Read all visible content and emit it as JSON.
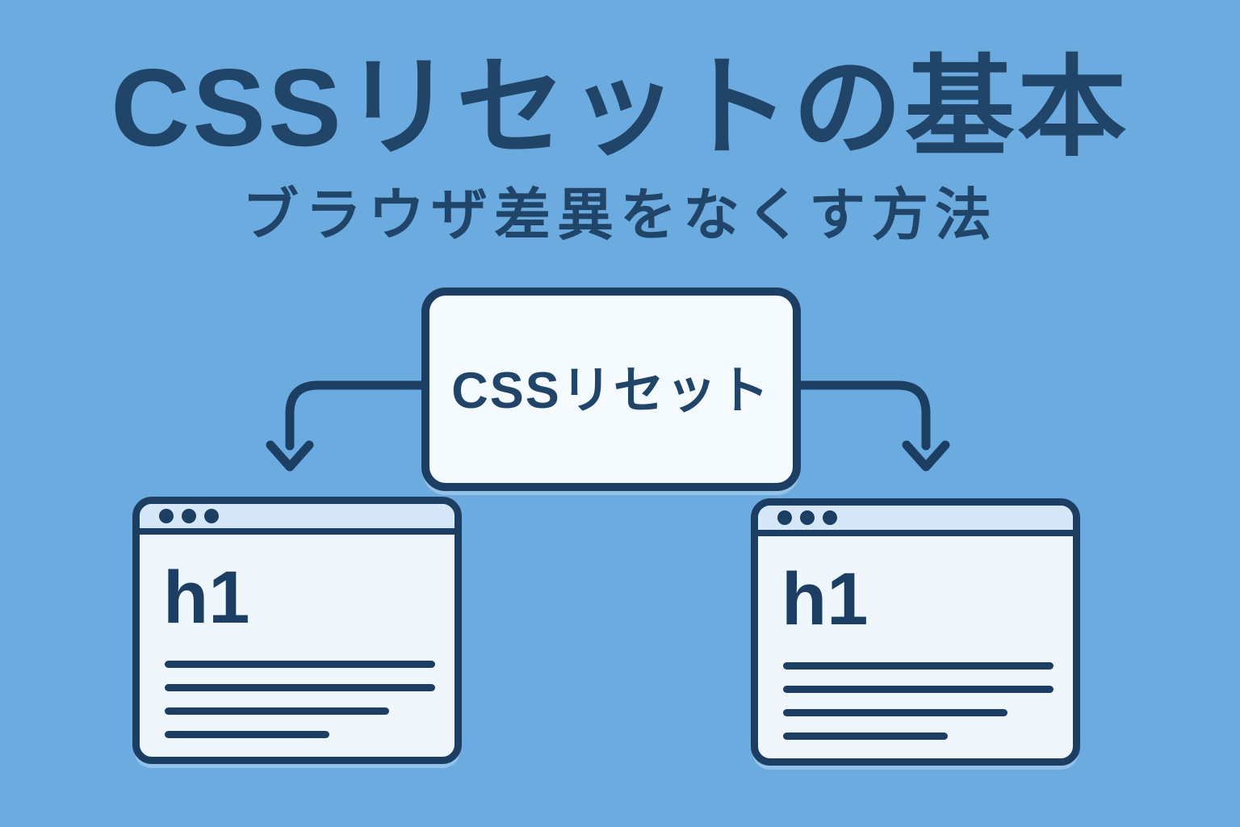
{
  "palette": {
    "background": "#6cabdf",
    "ink": "#1d3e63",
    "heading_ink": "#214568",
    "node_fill": "#f5fafe",
    "window_fill": "#eff7fc",
    "titlebar_fill": "#d6e8f7"
  },
  "header": {
    "title": "CSSリセットの基本",
    "subtitle": "ブラウザ差異をなくす方法"
  },
  "diagram": {
    "root_label": "CSSリセット",
    "windows": [
      {
        "heading": "h1",
        "lines": [
          100,
          100,
          83,
          61
        ]
      },
      {
        "heading": "h1",
        "lines": [
          100,
          100,
          83,
          61
        ]
      }
    ]
  }
}
